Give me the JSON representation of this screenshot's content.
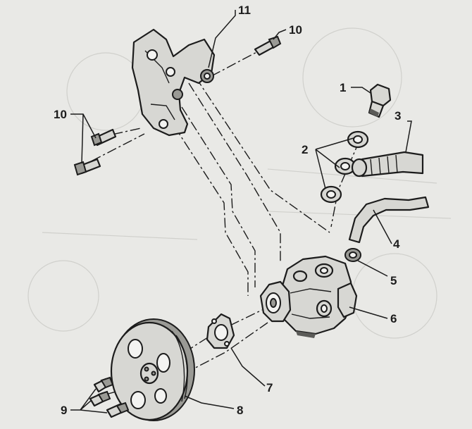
{
  "diagram": {
    "callouts": {
      "c1": "1",
      "c2": "2",
      "c3": "3",
      "c4": "4",
      "c5": "5",
      "c6": "6",
      "c7": "7",
      "c8": "8",
      "c9": "9",
      "c10a": "10",
      "c10b": "10",
      "c11": "11"
    }
  }
}
